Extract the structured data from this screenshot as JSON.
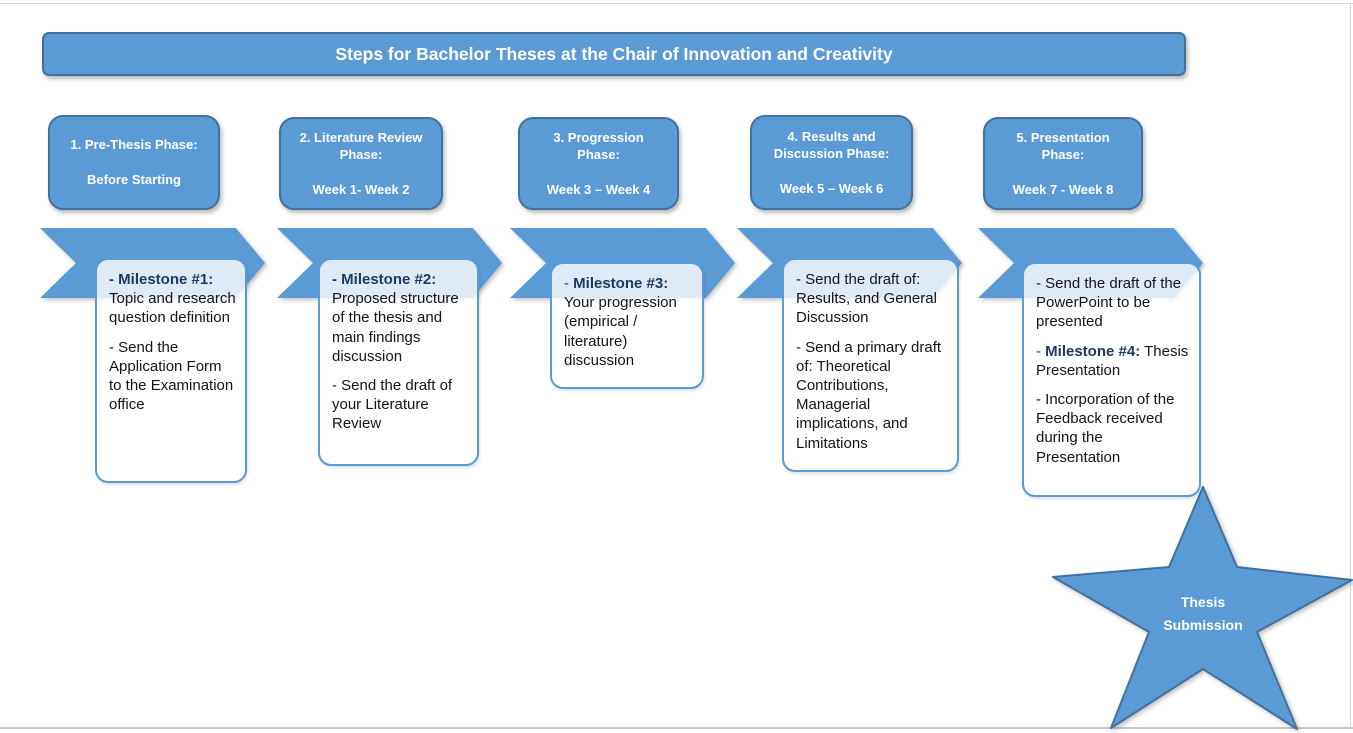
{
  "title": "Steps for Bachelor Theses at the Chair of Innovation and Creativity",
  "colors": {
    "shape_fill": "#5b9bd5",
    "shape_border": "#41719c",
    "milestone_box_border": "#5b9bd5",
    "milestone_accent": "#1f3864",
    "text_on_shapes": "#ffffff",
    "body_text": "#141414"
  },
  "phases": [
    {
      "title": "1. Pre-Thesis Phase:",
      "subtitle": "Before Starting",
      "milestone_paragraphs": [
        {
          "label": "- Milestone #1:",
          "text": "Topic and research question definition"
        },
        {
          "text": "- Send the Application Form to the Examination office"
        }
      ]
    },
    {
      "title": "2. Literature Review Phase:",
      "subtitle": "Week 1- Week 2",
      "milestone_paragraphs": [
        {
          "label": "- Milestone #2:",
          "text": "Proposed structure of the thesis and main findings discussion"
        },
        {
          "text": "- Send the draft of your Literature Review"
        }
      ]
    },
    {
      "title": "3. Progression Phase:",
      "subtitle": "Week 3 – Week 4",
      "milestone_paragraphs": [
        {
          "prefix": "- ",
          "label": "Milestone #3:",
          "text": "Your progression (empirical / literature) discussion"
        }
      ]
    },
    {
      "title": "4. Results and Discussion Phase:",
      "subtitle": "Week 5 – Week 6",
      "milestone_paragraphs": [
        {
          "text": "- Send the draft of: Results, and General Discussion"
        },
        {
          "text": "- Send a primary draft of: Theoretical Contributions, Managerial implications, and Limitations"
        }
      ]
    },
    {
      "title": "5. Presentation Phase:",
      "subtitle": "Week 7 - Week 8",
      "milestone_paragraphs": [
        {
          "text": "- Send the draft of the PowerPoint to be presented"
        },
        {
          "prefix": "- ",
          "label": "Milestone #4:",
          "text": "Thesis Presentation"
        },
        {
          "text": "- Incorporation of the Feedback received during the Presentation"
        }
      ]
    }
  ],
  "star": {
    "line1": "Thesis",
    "line2": "Submission"
  }
}
